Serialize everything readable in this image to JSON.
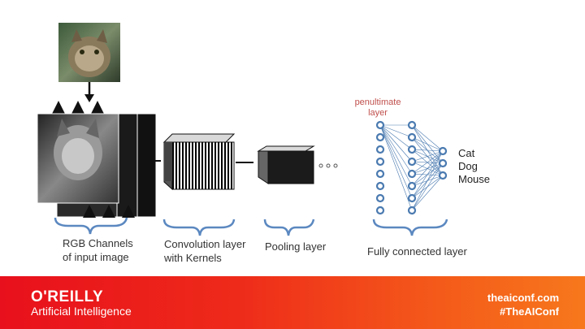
{
  "labels": {
    "rgb_line1": "RGB Channels",
    "rgb_line2": "of input image",
    "conv_line1": "Convolution layer",
    "conv_line2": "with Kernels",
    "pool": "Pooling layer",
    "fc": "Fully connected layer",
    "penult_line1": "penultimate",
    "penult_line2": "layer"
  },
  "output_classes": [
    "Cat",
    "Dog",
    "Mouse"
  ],
  "footer": {
    "brand": "O'REILLY",
    "subtitle": "Artificial Intelligence",
    "site": "theaiconf.com",
    "hashtag": "#TheAIConf"
  },
  "colors": {
    "accent": "#4a7ab0",
    "brace": "#5b88c0",
    "penultimate_text": "#c0504d",
    "footer_start": "#e8101c",
    "footer_end": "#f7781c"
  },
  "icons": [
    "cat-photo-icon",
    "ellipsis-dots-icon"
  ]
}
